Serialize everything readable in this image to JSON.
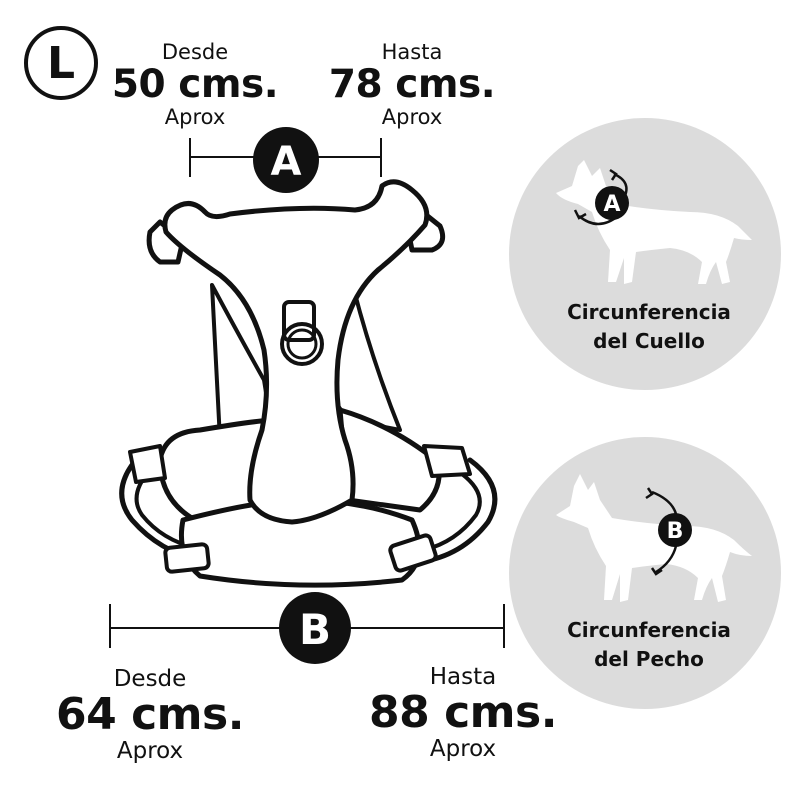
{
  "size": {
    "label": "L"
  },
  "neck": {
    "marker": "A",
    "from": {
      "prefix": "Desde",
      "value": "50 cms.",
      "suffix": "Aprox"
    },
    "to": {
      "prefix": "Hasta",
      "value": "78 cms.",
      "suffix": "Aprox"
    }
  },
  "chest": {
    "marker": "B",
    "from": {
      "prefix": "Desde",
      "value": "64 cms.",
      "suffix": "Aprox"
    },
    "to": {
      "prefix": "Hasta",
      "value": "88 cms.",
      "suffix": "Aprox"
    }
  },
  "circles": [
    {
      "marker": "A",
      "line1": "Circunferencia",
      "line2": "del Cuello"
    },
    {
      "marker": "B",
      "line1": "Circunferencia",
      "line2": "del Pecho"
    }
  ],
  "colors": {
    "ink": "#111111",
    "circle_bg": "#dcdcdc",
    "silhouette": "#ffffff"
  },
  "icons": [
    "harness-illustration",
    "dog-silhouette-icon",
    "curved-arrow-icon"
  ]
}
